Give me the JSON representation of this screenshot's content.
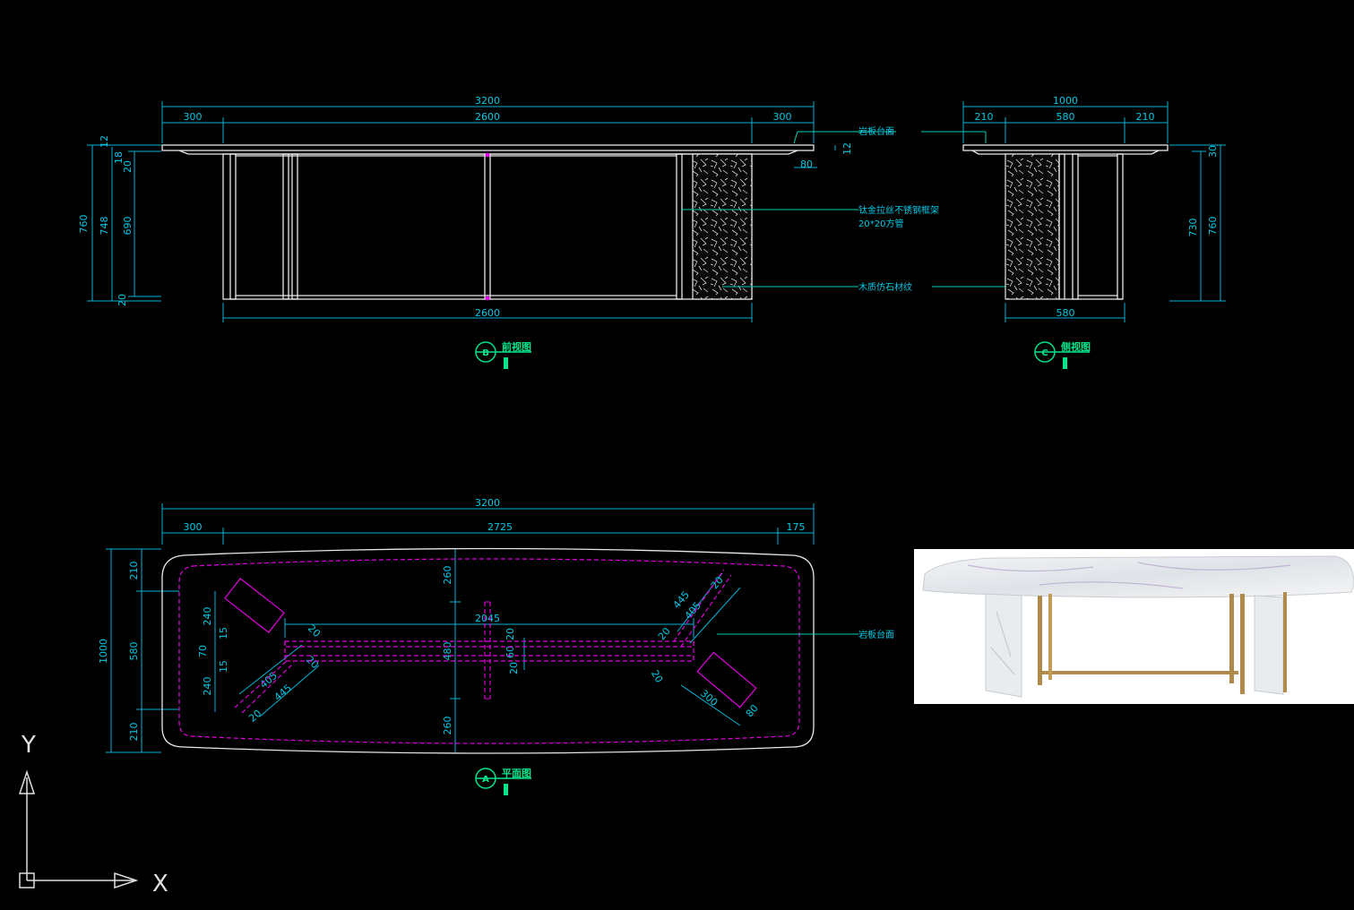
{
  "front_view": {
    "overall_width": "3200",
    "left_overhang": "300",
    "center_span": "2600",
    "right_overhang": "300",
    "bottom_span": "2600",
    "height_total": "760",
    "height_frame": "748",
    "height_inner": "690",
    "top_thickness": "12",
    "dim_20a": "20",
    "dim_18": "18",
    "dim_20b": "20",
    "dim_80": "80",
    "dim_12": "12",
    "label_tabletop": "岩板台面",
    "label_frame_line1": "钛金拉丝不锈钢框架",
    "label_frame_line2": "20*20方管",
    "label_stone": "木质仿石材纹",
    "title_tag": "B",
    "title_text": "前视图"
  },
  "side_view": {
    "overall_width": "1000",
    "left": "210",
    "center": "580",
    "right": "210",
    "bottom": "580",
    "height_730": "730",
    "height_760": "760",
    "top_30": "30",
    "title_tag": "C",
    "title_text": "侧视图"
  },
  "plan_view": {
    "overall_width": "3200",
    "left": "300",
    "center": "2725",
    "right": "175",
    "height_total": "1000",
    "h_top": "210",
    "h_mid": "580",
    "h_bot": "210",
    "center_top": "260",
    "center_mid": "480",
    "center_bot": "260",
    "beam_length": "2045",
    "d20_a": "20",
    "d60": "60",
    "d20_b": "20",
    "left_240a": "240",
    "left_15a": "15",
    "left_70": "70",
    "left_15b": "15",
    "left_240b": "240",
    "left_20a": "20",
    "left_20b": "20",
    "left_405": "405",
    "left_445": "445",
    "left_20c": "20",
    "right_445": "445",
    "right_20": "20",
    "right_405": "405",
    "right_20b": "20",
    "right_20c": "20",
    "right_300": "300",
    "right_80": "80",
    "label_tabletop": "岩板台面",
    "title_tag": "A",
    "title_text": "平面图"
  },
  "ucs": {
    "x_label": "X",
    "y_label": "Y"
  },
  "colors": {
    "background": "#000000",
    "dimension": "#00b4d8",
    "outline": "#e8e8e8",
    "hidden_frame": "#e000e0",
    "leader": "#00d2b4",
    "title": "#00e68c"
  },
  "icons": [
    "ucs-axis-icon",
    "view-title-circle-icon",
    "stone-pattern-icon",
    "render-photo"
  ]
}
